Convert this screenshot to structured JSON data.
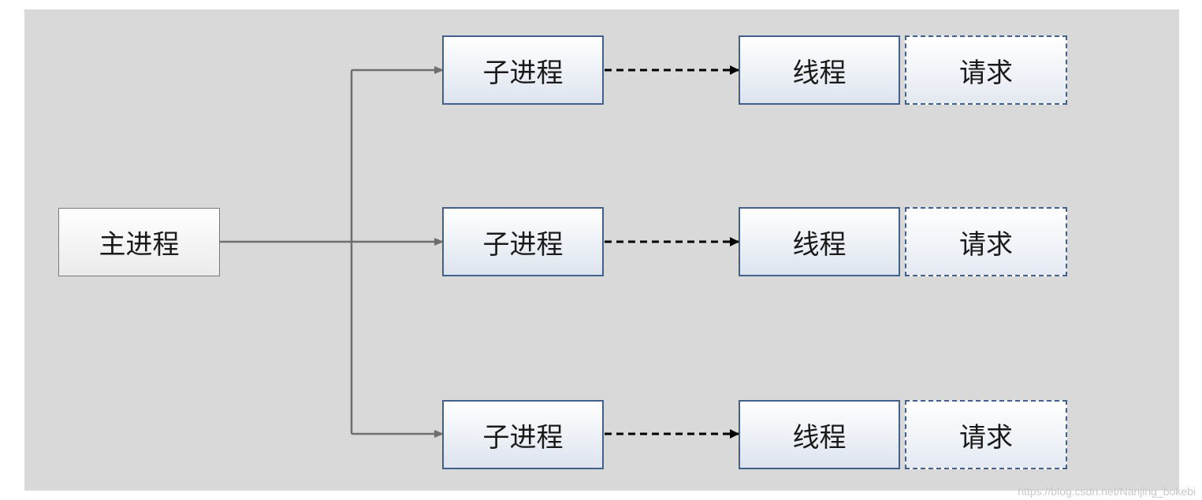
{
  "diagram": {
    "main_process": "主进程",
    "rows": [
      {
        "child": "子进程",
        "thread": "线程",
        "request": "请求"
      },
      {
        "child": "子进程",
        "thread": "线程",
        "request": "请求"
      },
      {
        "child": "子进程",
        "thread": "线程",
        "request": "请求"
      }
    ],
    "watermark": "https://blog.csdn.net/Nanjing_bokebi"
  },
  "colors": {
    "background": "#d9d9d9",
    "box_border": "#41608c",
    "connector": "#6e6e6e",
    "dashed_arrow": "#000000"
  }
}
